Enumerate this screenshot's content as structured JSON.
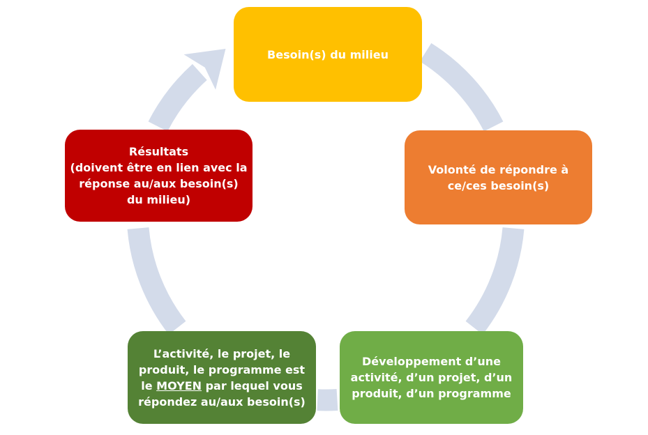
{
  "diagram": {
    "type": "cycle",
    "background_color": "#FFFFFF",
    "arrow_band_color": "#D3DBEA",
    "text_color": "#FFFFFF",
    "flow_direction": "clockwise",
    "nodes": {
      "besoin": {
        "color": "#FFC000",
        "full_label": "Besoin(s) du milieu",
        "lines": [
          "Besoin(s) du milieu"
        ]
      },
      "volonte": {
        "color": "#ED7D31",
        "full_label": "Volonté de répondre à ce/ces besoin(s)",
        "lines": [
          "Volonté de répondre à",
          "ce/ces besoin(s)"
        ]
      },
      "developpement": {
        "color": "#70AD47",
        "full_label": "Développement d’une activité, d’un projet, d’un produit, d’un programme",
        "lines": [
          "Développement d’une",
          "activité, d’un projet, d’un",
          "produit, d’un programme"
        ]
      },
      "moyen": {
        "color": "#548235",
        "full_label": "L’activité, le projet, le produit, le programme est le MOYEN par lequel vous répondez au/aux besoin(s)",
        "lines": [
          "L’activité, le projet, le",
          "produit, le programme est"
        ],
        "underline_line": {
          "prefix": "le ",
          "underlined": "MOYEN",
          "suffix": " par lequel vous"
        },
        "last_line": "répondez au/aux besoin(s)"
      },
      "resultats": {
        "color": "#C00000",
        "full_label": "Résultats (doivent être en lien avec la réponse au/aux besoin(s) du milieu)",
        "lines": [
          "Résultats",
          "(doivent être en lien avec la",
          "réponse au/aux besoin(s)",
          "du milieu)"
        ]
      }
    }
  }
}
